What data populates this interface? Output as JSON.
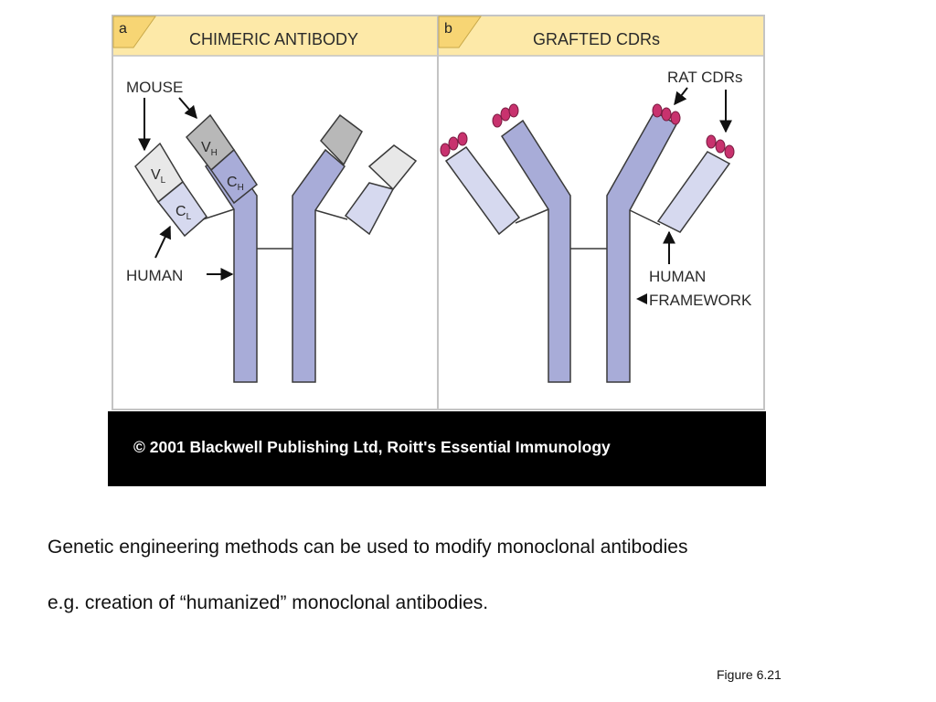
{
  "panel_a": {
    "letter": "a",
    "title": "CHIMERIC ANTIBODY",
    "labels": {
      "mouse": "MOUSE",
      "human": "HUMAN",
      "vh": "V",
      "vh_sub": "H",
      "ch": "C",
      "ch_sub": "H",
      "vl": "V",
      "vl_sub": "L",
      "cl": "C",
      "cl_sub": "L"
    }
  },
  "panel_b": {
    "letter": "b",
    "title": "GRAFTED CDRs",
    "labels": {
      "rat_cdrs": "RAT CDRs",
      "human": "HUMAN",
      "framework": "FRAMEWORK"
    }
  },
  "copyright": "© 2001 Blackwell Publishing Ltd, Roitt's Essential Immunology",
  "caption": {
    "line1": "Genetic engineering methods can be used to modify monoclonal antibodies",
    "line2": "e.g. creation of “humanized” monoclonal antibodies."
  },
  "figure_number": "Figure 6.21",
  "colors": {
    "header_bg": "#fde9a8",
    "human_domain": "#a8acd8",
    "light_domain": "#d6d9ef",
    "mouse_variable": "#e6e6e6",
    "mouse_heavy_variable": "#b8b8b8",
    "cdr": "#c8326e",
    "banner_bg": "#000000"
  }
}
